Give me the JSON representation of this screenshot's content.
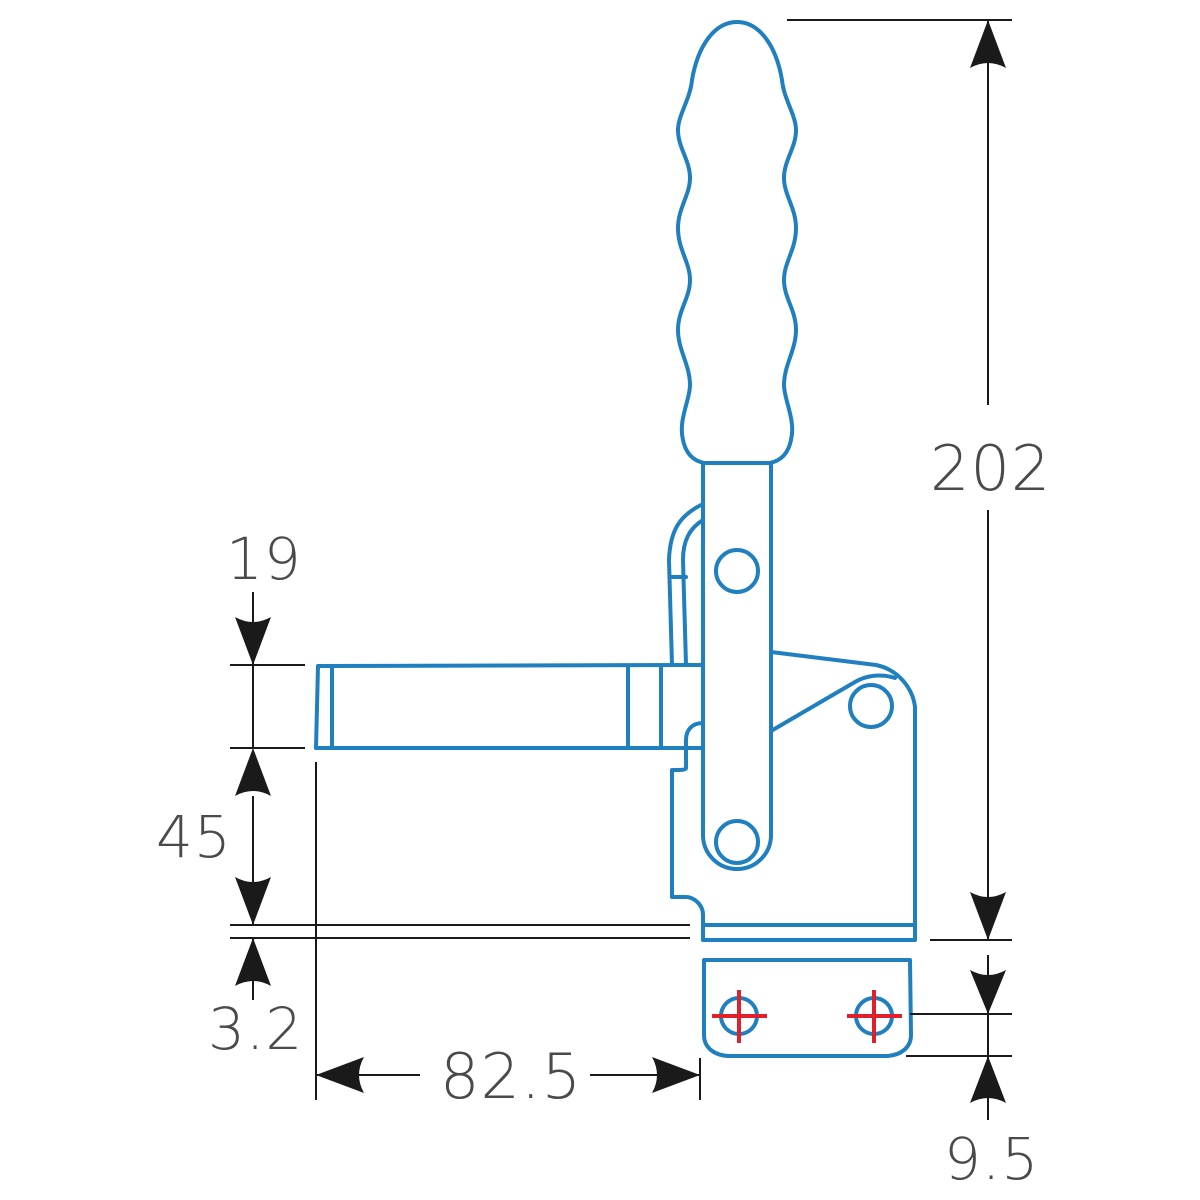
{
  "drawing": {
    "subject": "vertical toggle clamp",
    "colors": {
      "part_outline": "#1f7fbf",
      "dimension_lines": "#1a1a1a",
      "dimension_text": "#4a4a4a",
      "mounting_hole_crosshair": "#e0202a",
      "background": "#ffffff"
    },
    "dimensions": {
      "overall_height": "202",
      "bar_height": "19",
      "bar_to_base": "45",
      "base_thickness": "3.2",
      "bar_to_base_edge": "82.5",
      "hole_edge_offset": "9.5"
    }
  }
}
